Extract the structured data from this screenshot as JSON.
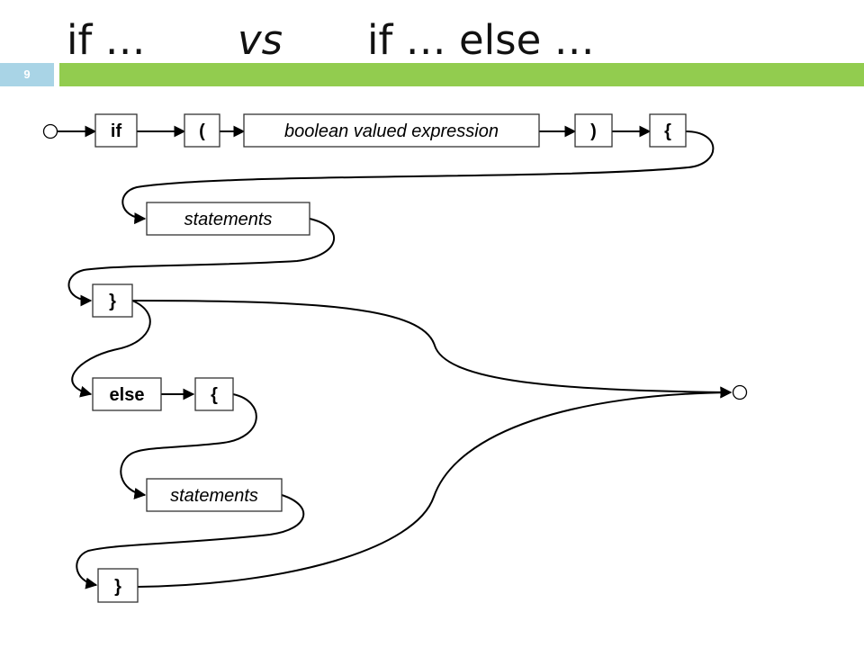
{
  "slide": {
    "title_if": "if …",
    "title_vs": "vs",
    "title_if_else": "if … else …",
    "number": "9",
    "colors": {
      "left_bar": "#a9d4e6",
      "right_bar": "#92cc4f"
    }
  },
  "diagram": {
    "if_keyword": "if",
    "open_paren": "(",
    "condition": "boolean valued expression",
    "close_paren": ")",
    "open_brace_if": "{",
    "statements_if": "statements",
    "close_brace_if": "}",
    "else_keyword": "else",
    "open_brace_else": "{",
    "statements_else": "statements",
    "close_brace_else": "}"
  }
}
